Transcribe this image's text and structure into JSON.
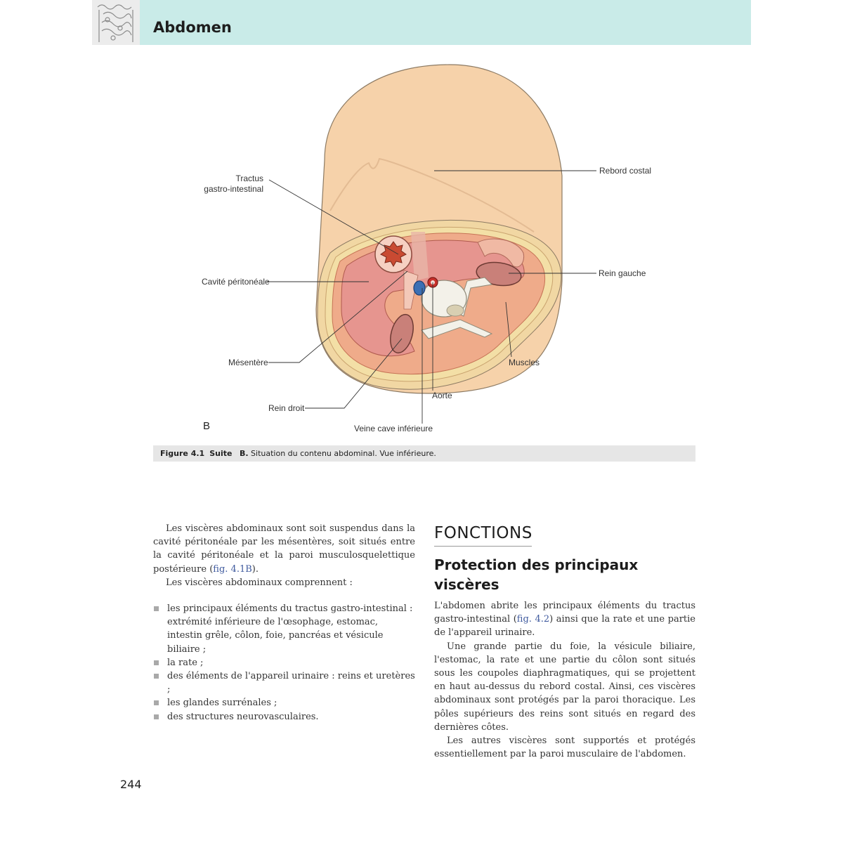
{
  "header": {
    "chapter_title": "Abdomen"
  },
  "figure": {
    "panel_letter": "B",
    "labels": {
      "tractus_line1": "Tractus",
      "tractus_line2": "gastro-intestinal",
      "rebord_costal": "Rebord costal",
      "cavite_peritoneale": "Cavité péritonéale",
      "rein_gauche": "Rein gauche",
      "mesentere": "Mésentère",
      "muscles": "Muscles",
      "aorte": "Aorte",
      "rein_droit": "Rein droit",
      "veine_cave": "Veine cave inférieure"
    },
    "caption": {
      "number": "Figure 4.1",
      "suite": "Suite",
      "panel": "B.",
      "text": "Situation du contenu abdominal. Vue inférieure."
    },
    "colors": {
      "skin": "#f6d2aa",
      "subcutaneous": "#f2dc9c",
      "muscle": "#efab8a",
      "cavity": "#e6958f",
      "vein": "#3b6fb4",
      "artery": "#c8322c",
      "bone": "#f3f1e9",
      "header_band": "#c9ebe8",
      "link": "#3f5a9e"
    }
  },
  "left_column": {
    "p1_pre": "Les viscères abdominaux sont soit suspendus dans la cavité péritonéale par les mésentères, soit situés entre la cavité péritonéale et la paroi musculosquelettique postérieure (",
    "p1_link": "fig. 4.1B",
    "p1_post": ").",
    "p2": "Les viscères abdominaux comprennent :",
    "bullets": [
      "les principaux éléments du tractus gastro-intestinal : extrémité inférieure de l'œsophage, estomac, intestin grêle, côlon, foie, pancréas et vésicule biliaire ;",
      "la rate ;",
      "des éléments de l'appareil urinaire : reins et uretères ;",
      "les glandes surrénales ;",
      "des structures neurovasculaires."
    ]
  },
  "right_column": {
    "section_title": "FONCTIONS",
    "subsection_title": "Protection des principaux viscères",
    "p1_pre": "L'abdomen abrite les principaux éléments du tractus gastro-intestinal (",
    "p1_link": "fig. 4.2",
    "p1_post": ") ainsi que la rate et une partie de l'appareil urinaire.",
    "p2": "Une grande partie du foie, la vésicule biliaire, l'estomac, la rate et une partie du côlon sont situés sous les coupoles diaphragmatiques, qui se projettent en haut au-dessus du rebord costal. Ainsi, ces viscères abdominaux sont protégés par la paroi thoracique. Les pôles supérieurs des reins sont situés en regard des dernières côtes.",
    "p3": "Les autres viscères sont supportés et protégés essentiellement par la paroi musculaire de l'abdomen."
  },
  "footer": {
    "page_number": "244"
  }
}
